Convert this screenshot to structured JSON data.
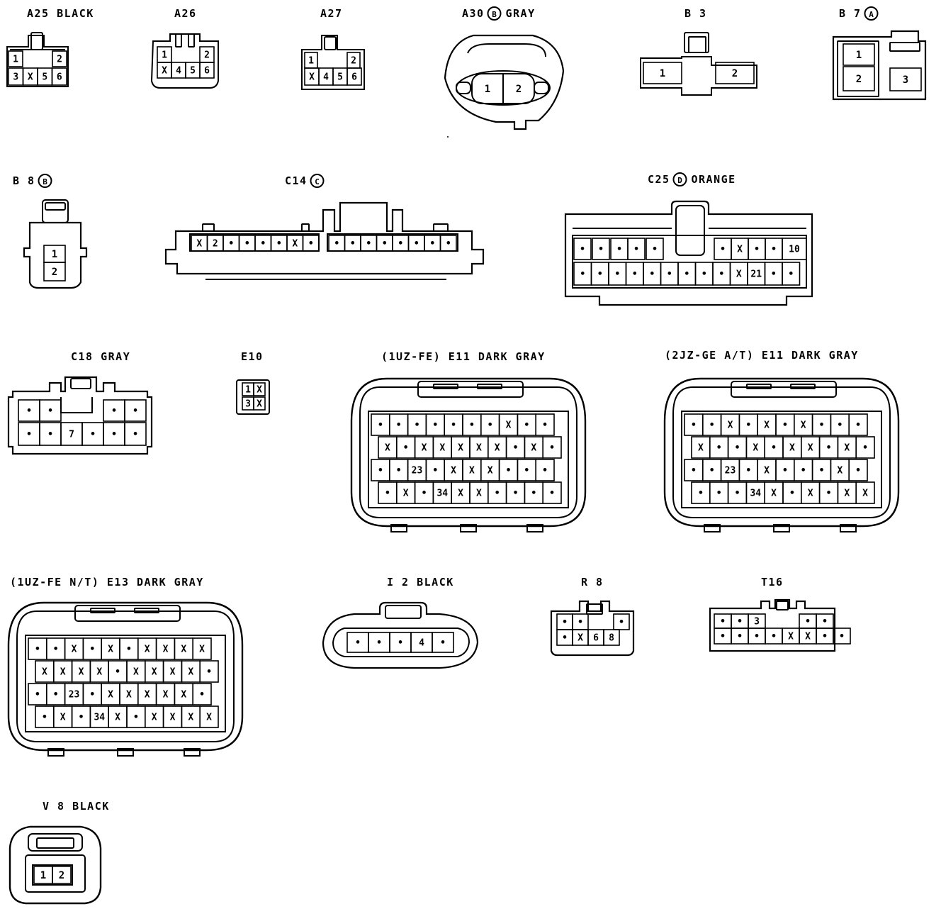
{
  "connectors": [
    {
      "id": "a25",
      "label": "A25  BLACK",
      "rows": [
        [
          "1",
          "",
          "2"
        ],
        [
          "3",
          "X",
          "5",
          "6"
        ]
      ]
    },
    {
      "id": "a26",
      "label": "A26",
      "rows": [
        [
          "1",
          "",
          "2"
        ],
        [
          "X",
          "4",
          "5",
          "6"
        ]
      ]
    },
    {
      "id": "a27",
      "label": "A27",
      "rows": [
        [
          "1",
          "",
          "2"
        ],
        [
          "X",
          "4",
          "5",
          "6"
        ]
      ]
    },
    {
      "id": "a30",
      "label": "A30",
      "badge": "B",
      "suffix": "GRAY",
      "rows": [
        [
          "1",
          "2"
        ]
      ]
    },
    {
      "id": "b3",
      "label": "B 3",
      "rows": [
        [
          "1",
          "2"
        ]
      ]
    },
    {
      "id": "b7",
      "label": "B 7",
      "badge": "A",
      "rows": [
        [
          "1"
        ],
        [
          "2",
          "3"
        ]
      ]
    },
    {
      "id": "b8",
      "label": "B 8",
      "badge": "B",
      "rows": [
        [
          "1"
        ],
        [
          "2"
        ]
      ]
    },
    {
      "id": "c14",
      "label": "C14",
      "badge": "C",
      "rows": [
        [
          "X",
          "2",
          "•",
          "•",
          "•",
          "•",
          "X",
          "•",
          "",
          "•",
          "•",
          "•",
          "•",
          "•",
          "•",
          "•",
          "•"
        ]
      ]
    },
    {
      "id": "c25",
      "label": "C25",
      "badge": "D",
      "suffix": "ORANGE",
      "rows": [
        [
          "•",
          "•",
          "•",
          "•",
          "•",
          "",
          "",
          "",
          "•",
          "X",
          "•",
          "•",
          "10"
        ],
        [
          "•",
          "•",
          "•",
          "•",
          "•",
          "•",
          "•",
          "•",
          "•",
          "X",
          "21",
          "•",
          "•"
        ]
      ]
    },
    {
      "id": "c18",
      "label": "C18  GRAY",
      "rows": [
        [
          "•",
          "•",
          "",
          "",
          "",
          "•",
          "•"
        ],
        [
          "•",
          "•",
          "7",
          "•",
          "•",
          "•"
        ]
      ]
    },
    {
      "id": "e10",
      "label": "E10",
      "rows": [
        [
          "1",
          "X"
        ],
        [
          "3",
          "X"
        ]
      ]
    },
    {
      "id": "e11a",
      "label": "(1UZ-FE)  E11  DARK GRAY",
      "rows": [
        [
          "•",
          "•",
          "•",
          "•",
          "•",
          "•",
          "•",
          "X",
          "•",
          "•"
        ],
        [
          "X",
          "•",
          "X",
          "X",
          "X",
          "X",
          "X",
          "•",
          "X",
          "•"
        ],
        [
          "•",
          "•",
          "23",
          "•",
          "X",
          "X",
          "X",
          "•",
          "•",
          "•"
        ],
        [
          "•",
          "X",
          "•",
          "34",
          "X",
          "X",
          "•",
          "•",
          "•",
          "•"
        ]
      ]
    },
    {
      "id": "e11b",
      "label": "(2JZ-GE A/T)  E11  DARK GRAY",
      "rows": [
        [
          "•",
          "•",
          "X",
          "•",
          "X",
          "•",
          "X",
          "•",
          "•",
          "•"
        ],
        [
          "X",
          "•",
          "•",
          "X",
          "•",
          "X",
          "X",
          "•",
          "X",
          "•"
        ],
        [
          "•",
          "•",
          "23",
          "•",
          "X",
          "•",
          "•",
          "•",
          "X",
          "•"
        ],
        [
          "•",
          "•",
          "•",
          "34",
          "X",
          "•",
          "X",
          "•",
          "X",
          "X"
        ]
      ]
    },
    {
      "id": "e13",
      "label": "(1UZ-FE N/T)  E13  DARK GRAY",
      "rows": [
        [
          "•",
          "•",
          "X",
          "•",
          "X",
          "•",
          "X",
          "X",
          "X",
          "X"
        ],
        [
          "X",
          "X",
          "X",
          "X",
          "•",
          "X",
          "X",
          "X",
          "X",
          "•"
        ],
        [
          "•",
          "•",
          "23",
          "•",
          "X",
          "X",
          "X",
          "X",
          "X",
          "•"
        ],
        [
          "•",
          "X",
          "•",
          "34",
          "X",
          "•",
          "X",
          "X",
          "X",
          "X"
        ]
      ]
    },
    {
      "id": "i2",
      "label": "I 2  BLACK",
      "rows": [
        [
          "•",
          "•",
          "•",
          "4",
          "•"
        ]
      ]
    },
    {
      "id": "r8",
      "label": "R 8",
      "rows": [
        [
          "•",
          "•",
          "",
          "•"
        ],
        [
          "•",
          "X",
          "6",
          "8"
        ]
      ]
    },
    {
      "id": "t16",
      "label": "T16",
      "rows": [
        [
          "•",
          "•",
          "3",
          "",
          "",
          "",
          "•",
          "•"
        ],
        [
          "•",
          "•",
          "•",
          "•",
          "X",
          "X",
          "•",
          "•"
        ]
      ]
    },
    {
      "id": "v8",
      "label": "V 8  BLACK",
      "rows": [
        [
          "1",
          "2"
        ]
      ]
    }
  ]
}
